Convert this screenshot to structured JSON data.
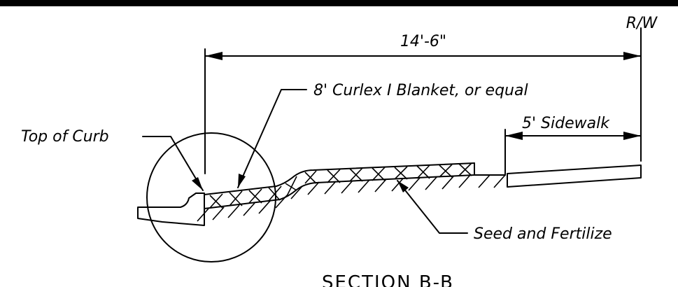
{
  "drawing": {
    "dimension_overall": "14'-6\"",
    "right_of_way": "R/W",
    "blanket_note": "8' Curlex I Blanket, or equal",
    "sidewalk_note": "5' Sidewalk",
    "curb_note": "Top of Curb",
    "seed_note": "Seed and Fertilize",
    "section_title": "SECTION B-B"
  },
  "colors": {
    "ink": "#000000",
    "paper": "#ffffff"
  }
}
